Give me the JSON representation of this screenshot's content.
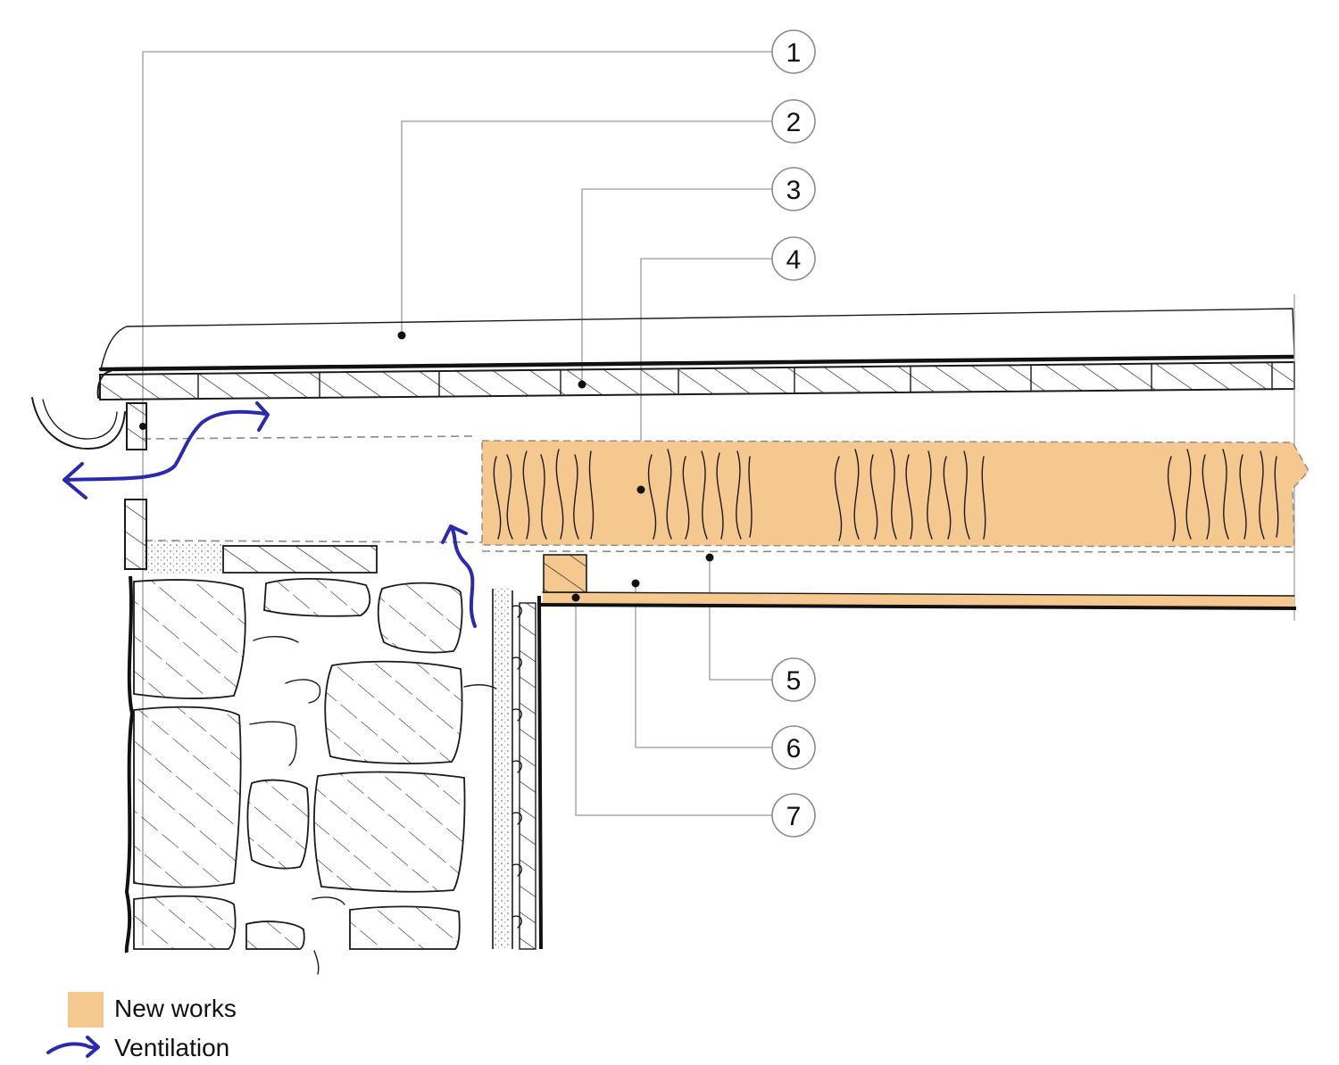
{
  "colors": {
    "new_works": "#f5c890",
    "ventilation": "#2a2ab0",
    "line": "#1a1a1a",
    "leader": "#9a9a9a"
  },
  "callouts": [
    "1",
    "2",
    "3",
    "4",
    "5",
    "6",
    "7"
  ],
  "legend": {
    "new_works_label": "New works",
    "ventilation_label": "Ventilation"
  }
}
